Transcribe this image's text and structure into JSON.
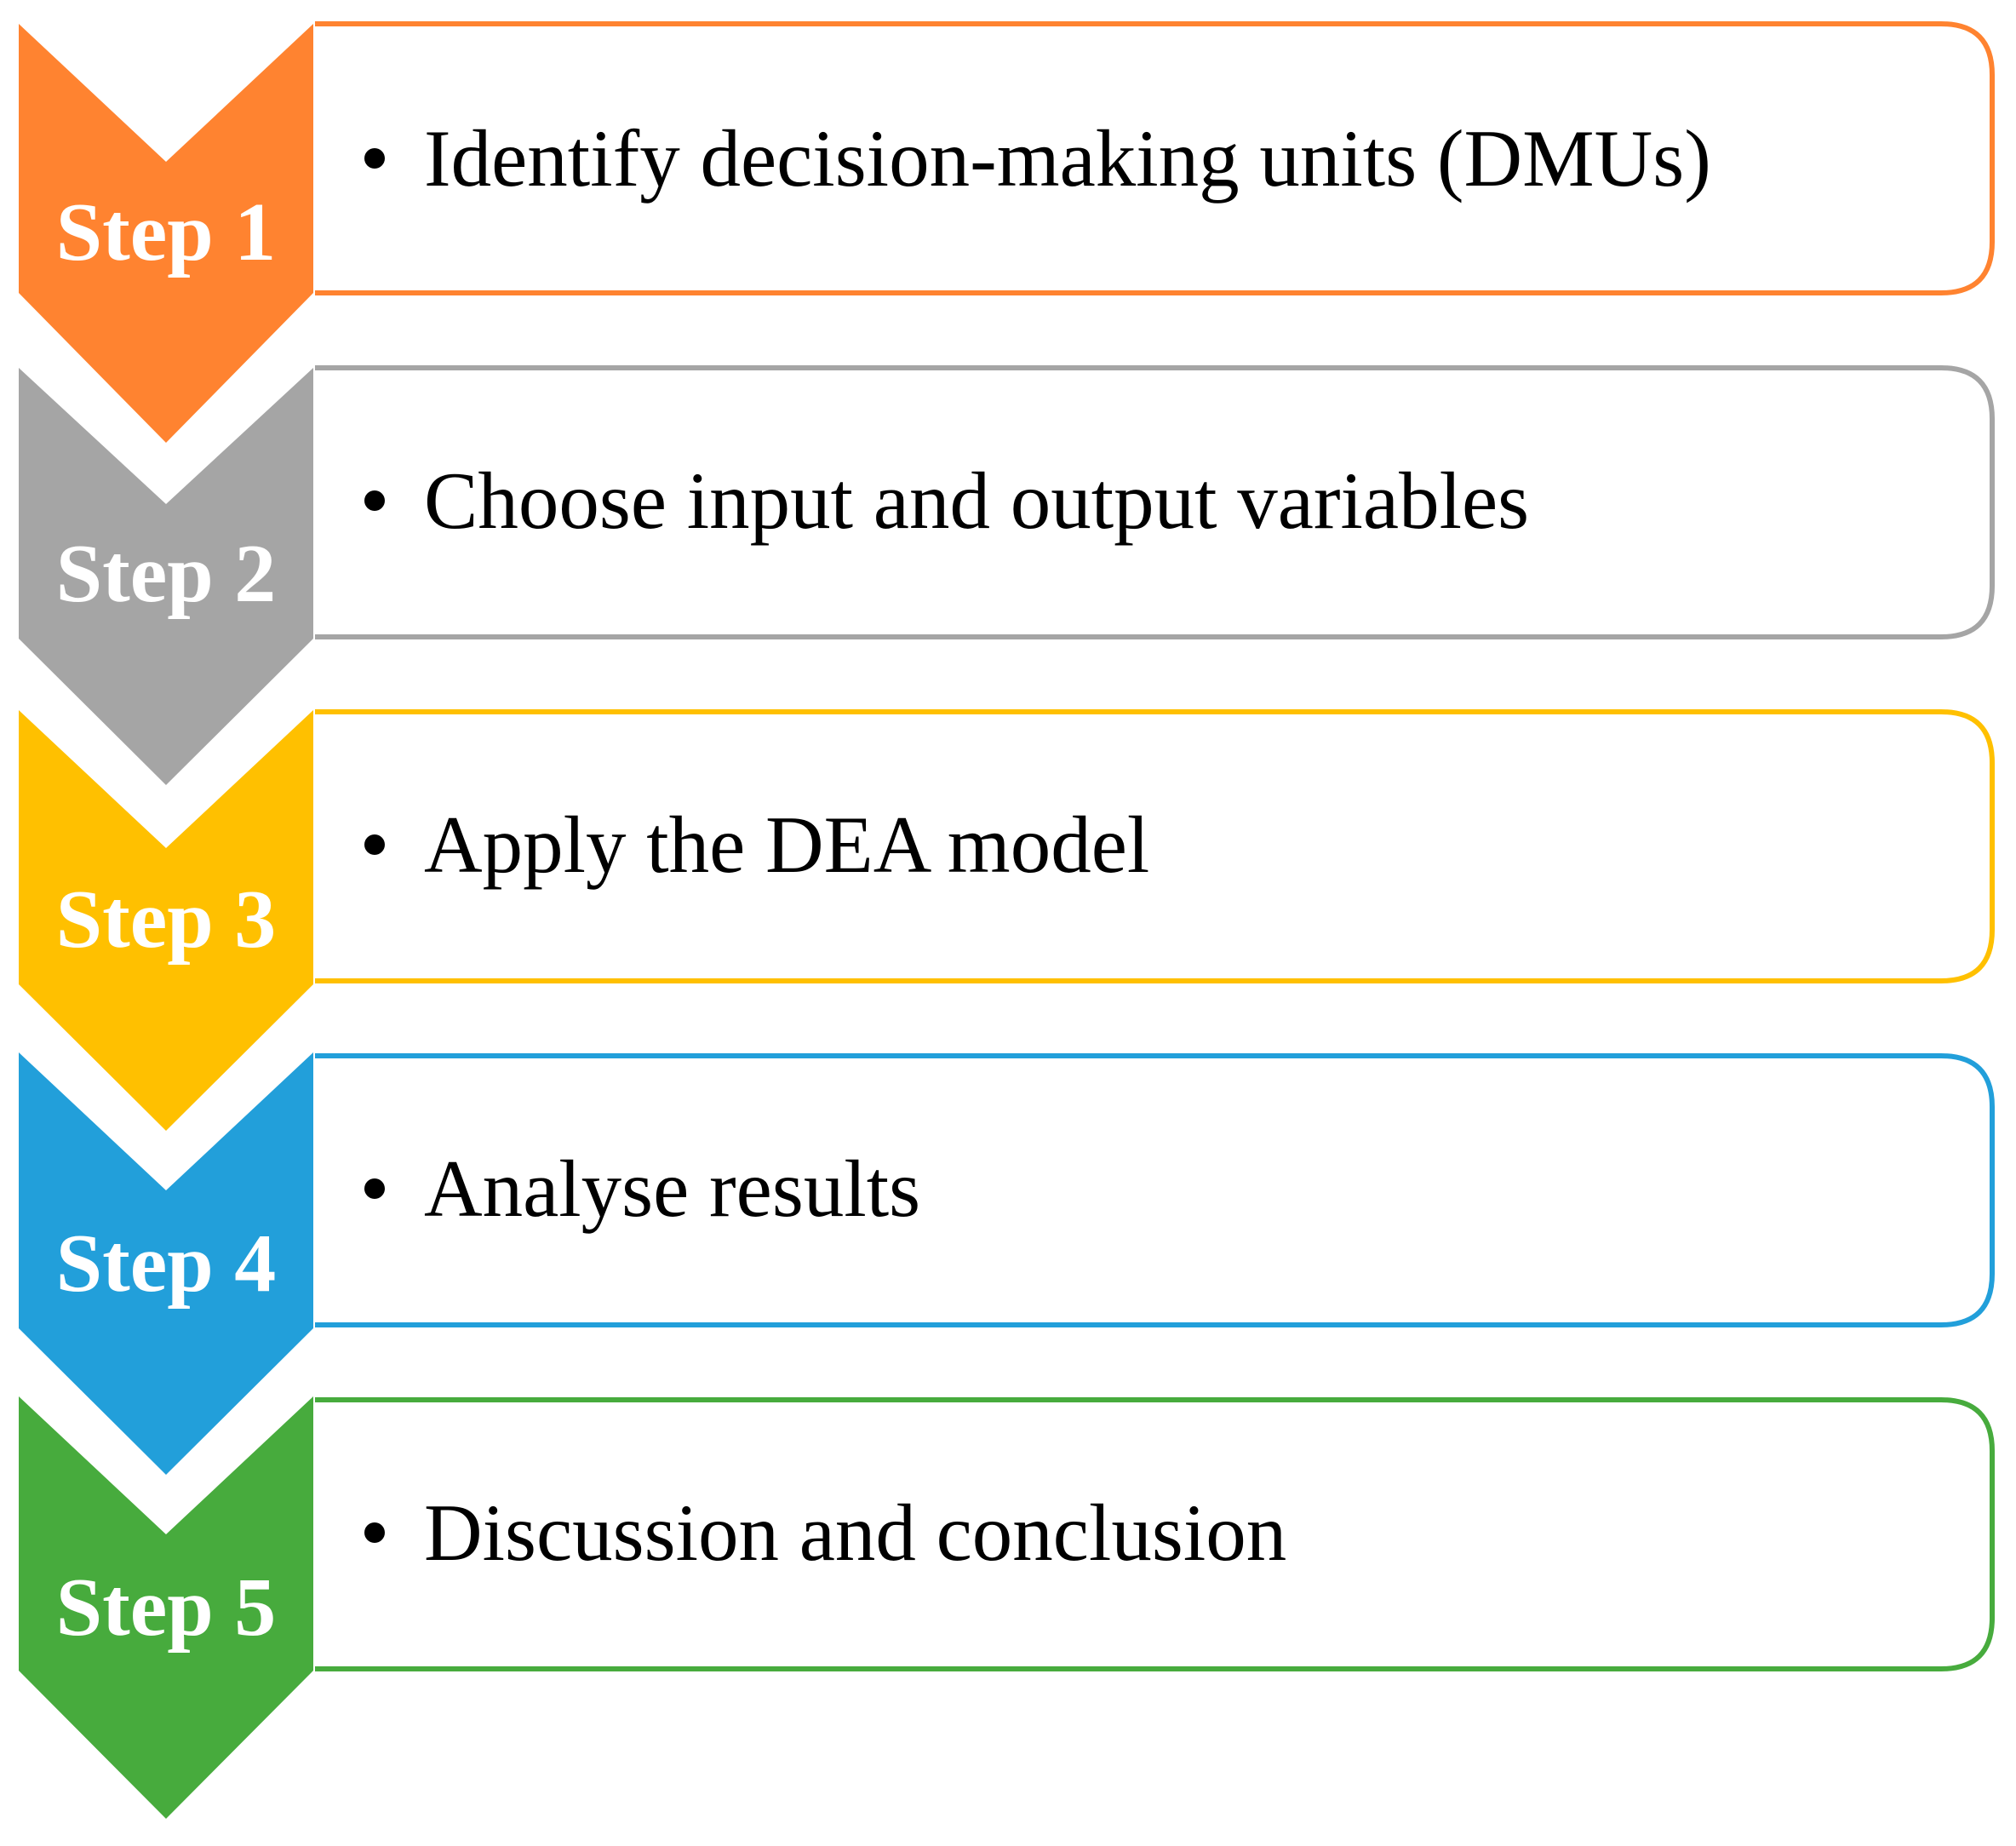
{
  "steps": [
    {
      "label": "Step 1",
      "text": "Identify decision-making units (DMUs)",
      "color": "#FF8330"
    },
    {
      "label": "Step 2",
      "text": "Choose input and output variables",
      "color": "#A5A5A5"
    },
    {
      "label": "Step 3",
      "text": "Apply the DEA model",
      "color": "#FFC000"
    },
    {
      "label": "Step 4",
      "text": "Analyse results",
      "color": "#229FDA"
    },
    {
      "label": "Step 5",
      "text": "Discussion and conclusion",
      "color": "#47AB3D"
    }
  ]
}
